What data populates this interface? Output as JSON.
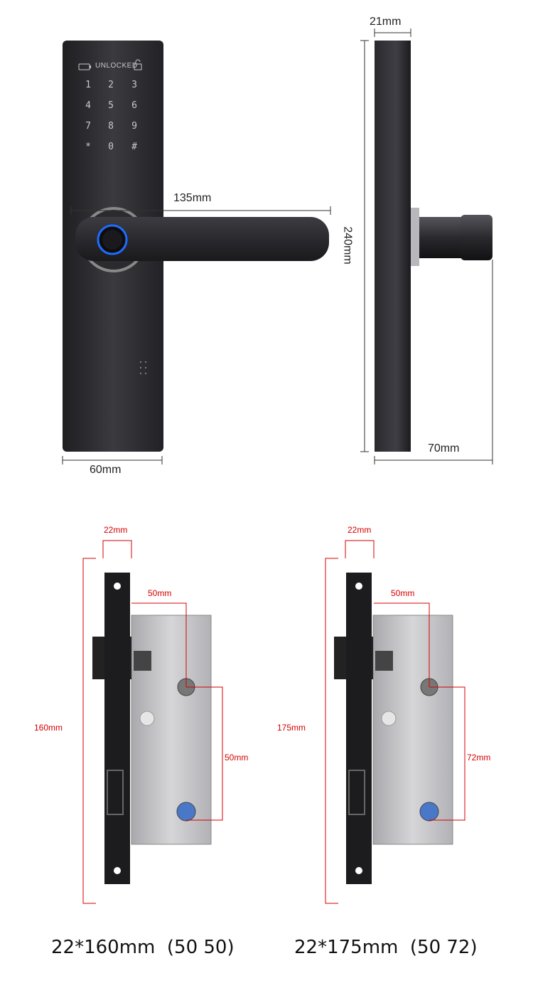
{
  "front_view": {
    "status_label": "UNLOCKED",
    "keys": [
      "1",
      "2",
      "3",
      "4",
      "5",
      "6",
      "7",
      "8",
      "9",
      "*",
      "0",
      "#"
    ],
    "dim_handle": "135mm",
    "dim_width": "60mm"
  },
  "side_view": {
    "dim_depth": "21mm",
    "dim_height": "240mm",
    "dim_handle_depth": "70mm"
  },
  "mortise_left": {
    "dim_faceplate": "22mm",
    "dim_backset": "50mm",
    "dim_height": "160mm",
    "dim_spacing": "50mm",
    "caption": "22*160mm  (50 50)"
  },
  "mortise_right": {
    "dim_faceplate": "22mm",
    "dim_backset": "50mm",
    "dim_height": "175mm",
    "dim_spacing": "72mm",
    "caption": "22*175mm  (50 72)"
  },
  "colors": {
    "lock_body": "#2b2b2f",
    "dimension_red": "#d40000",
    "fingerprint_ring": "#1e6cff",
    "mortise_steel": "#c8c8c8"
  }
}
